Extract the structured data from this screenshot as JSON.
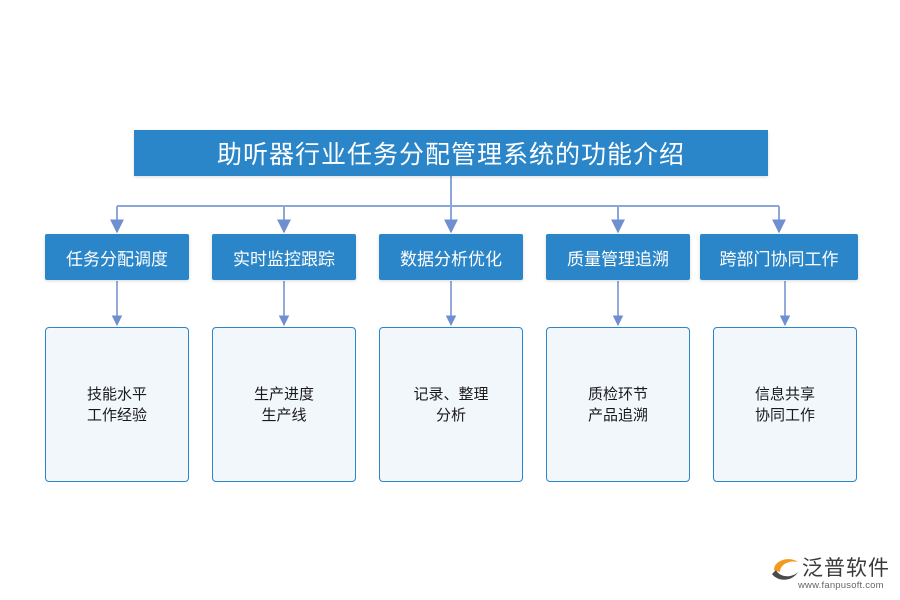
{
  "title": "助听器行业任务分配管理系统的功能介绍",
  "categories": [
    {
      "label": "任务分配调度",
      "details": [
        "技能水平",
        "工作经验"
      ]
    },
    {
      "label": "实时监控跟踪",
      "details": [
        "生产进度",
        "生产线"
      ]
    },
    {
      "label": "数据分析优化",
      "details": [
        "记录、整理",
        "分析"
      ]
    },
    {
      "label": "质量管理追溯",
      "details": [
        "质检环节",
        "产品追溯"
      ]
    },
    {
      "label": "跨部门协同工作",
      "details": [
        "信息共享",
        "协同工作"
      ]
    }
  ],
  "logo": {
    "name": "泛普软件",
    "url": "www.fanpusoft.com"
  },
  "colors": {
    "box": "#2a86c8",
    "connector": "#8aa7d8",
    "detail_bg": "#f2f7fc",
    "logo_orange": "#f39a1e"
  }
}
